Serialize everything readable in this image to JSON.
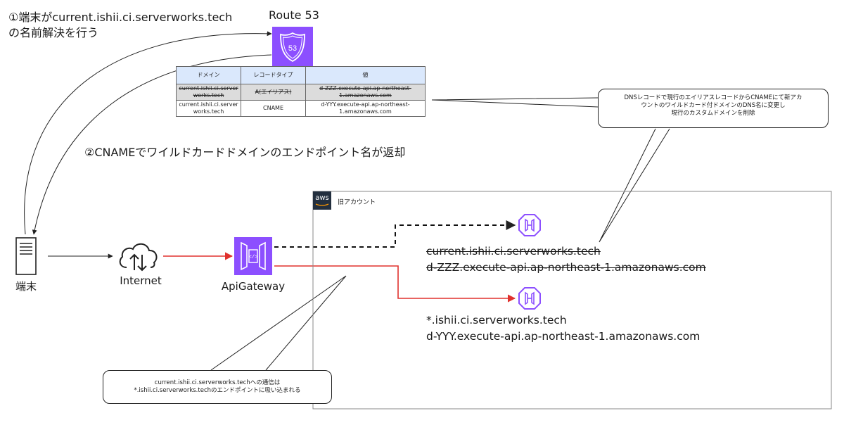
{
  "step1": {
    "line1": "①端末がcurrent.ishii.ci.serverworks.tech",
    "line2": "の名前解決を行う"
  },
  "step2": "②CNAMEでワイルドカードドメインのエンドポイント名が返却",
  "route53": {
    "title": "Route 53",
    "badge": "53"
  },
  "table": {
    "headers": [
      "ドメイン",
      "レコードタイプ",
      "値"
    ],
    "rows": [
      {
        "domain1": "current.ishii.ci.server",
        "domain2": "works.tech",
        "type": "A(エイリアス)",
        "value1": "d-ZZZ.execute-api.ap-northeast-",
        "value2": "1.amazonaws.com"
      },
      {
        "domain1": "current.ishii.ci.server",
        "domain2": "works.tech",
        "type": "CNAME",
        "value1": "d-YYY.execute-api.ap-northeast-",
        "value2": "1.amazonaws.com"
      }
    ]
  },
  "callout_dns": {
    "line1": "DNSレコードで現行のエイリアスレコードからCNAMEにて新アカ",
    "line2": "ウントのワイルドカード付ドメインのDNS名に変更し",
    "line3": "現行のカスタムドメインを削除"
  },
  "callout_api": {
    "line1": "current.ishii.ci.serverworks.techへの通信は",
    "line2": "*.ishii.ci.serverworks.techのエンドポイントに吸い込まれる"
  },
  "account": {
    "logo": "aws",
    "label": "旧アカウント"
  },
  "terminal": {
    "label": "端末"
  },
  "internet": {
    "label": "Internet"
  },
  "apigw": {
    "label": "ApiGateway"
  },
  "endpoint_old": {
    "line1": "current.ishii.ci.serverworks.tech",
    "line2": "d-ZZZ.execute-api.ap-northeast-1.amazonaws.com"
  },
  "endpoint_new": {
    "line1": "*.ishii.ci.serverworks.tech",
    "line2": "d-YYY.execute-api.ap-northeast-1.amazonaws.com"
  },
  "colors": {
    "route53": "#8c4fff",
    "apigw": "#8c4fff",
    "endpoint": "#8c4fff",
    "active_line": "#e0312d",
    "header_fill": "#dae8fc"
  }
}
